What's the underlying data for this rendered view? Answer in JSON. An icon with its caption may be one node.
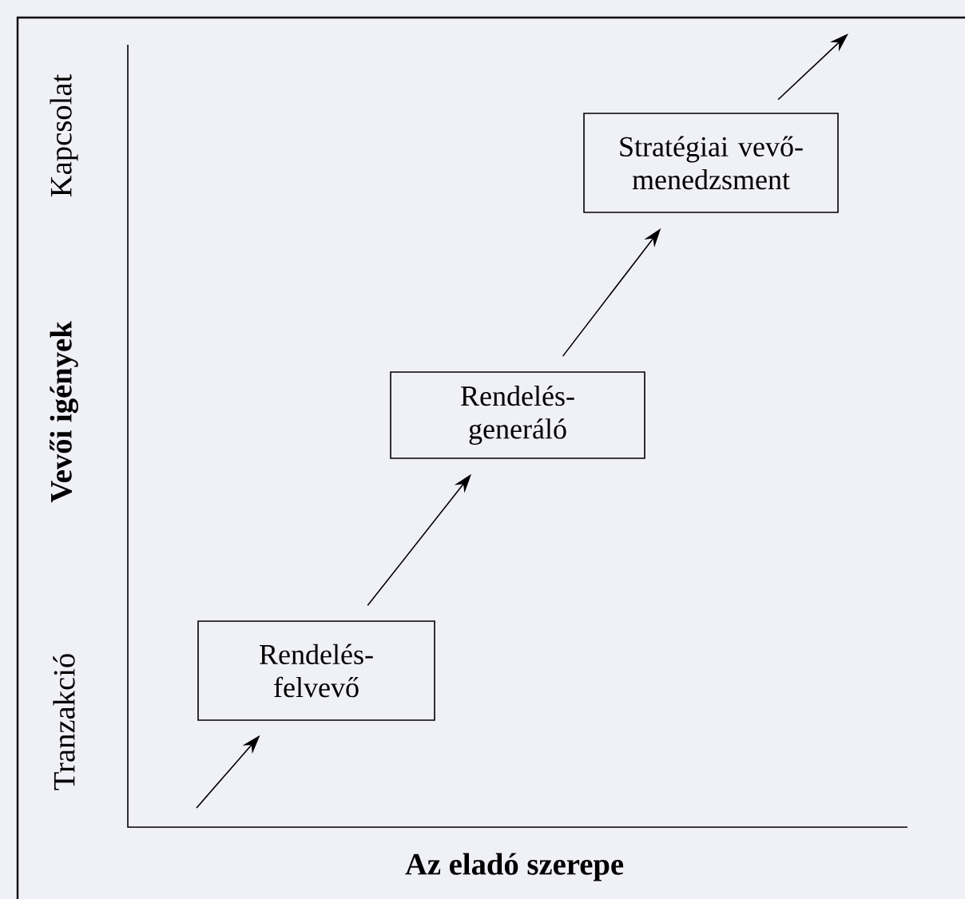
{
  "diagram": {
    "nodes": [
      {
        "text": [
          "Rendelés- felvevő"
        ]
      },
      {
        "text": [
          "Rendelés- generáló"
        ]
      },
      {
        "text": [
          "Stratégiai vevő- menedzsment"
        ]
      }
    ],
    "edges": [
      {
        "from": null,
        "to": 0,
        "arrow": "to"
      },
      {
        "from": 0,
        "to": 1,
        "arrow": "to"
      },
      {
        "from": 1,
        "to": 2,
        "arrow": "to"
      },
      {
        "from": 2,
        "to": null,
        "arrow": "to"
      }
    ],
    "labels": [
      "Kapcsolat",
      "Vevői igények",
      "Tranzakció",
      "Az eladó szerepe"
    ]
  }
}
